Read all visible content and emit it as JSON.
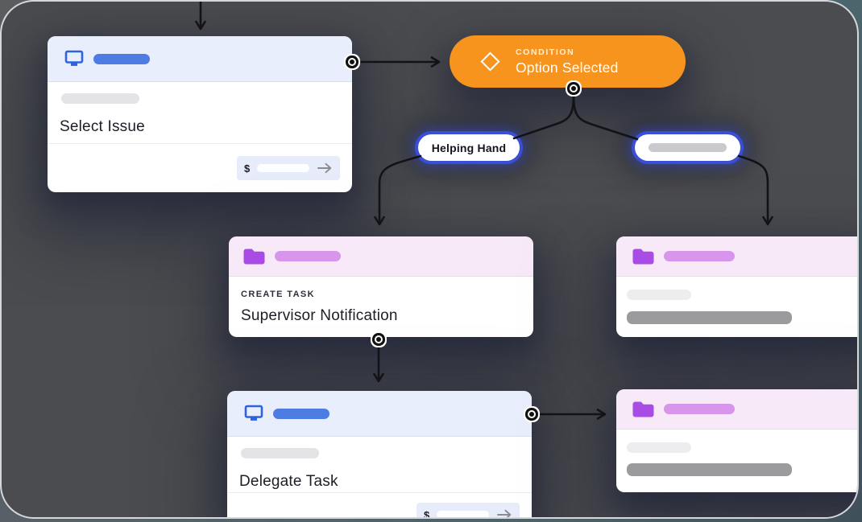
{
  "canvas": {
    "background_color": "#4b4c4f",
    "frame_border_color": "#d6d6db"
  },
  "colors": {
    "accent_blue": "#4d7ce3",
    "accent_purple": "#a94be5",
    "condition_orange": "#f7941e",
    "branch_ring_blue": "#3a4ed6"
  },
  "icons": {
    "monitor": "monitor-icon",
    "folder": "folder-icon",
    "diamond": "diamond-icon",
    "submit_arrow": "arrow-right-icon",
    "port": "connector-port"
  },
  "nodes": {
    "select_issue": {
      "title": "Select Issue",
      "currency_symbol": "$"
    },
    "condition": {
      "badge": "CONDITION",
      "title": "Option Selected"
    },
    "branch_left": {
      "label": "Helping Hand"
    },
    "branch_right": {
      "label": ""
    },
    "create_task": {
      "badge": "CREATE TASK",
      "title": "Supervisor Notification"
    },
    "delegate_task": {
      "title": "Delegate Task",
      "currency_symbol": "$"
    }
  },
  "edges": [
    {
      "from": "start",
      "to": "select_issue"
    },
    {
      "from": "select_issue",
      "to": "condition"
    },
    {
      "from": "condition",
      "to": "branch_left"
    },
    {
      "from": "condition",
      "to": "branch_right"
    },
    {
      "from": "branch_left",
      "to": "create_task"
    },
    {
      "from": "branch_right",
      "to": "task_right_top"
    },
    {
      "from": "create_task",
      "to": "delegate_task"
    },
    {
      "from": "delegate_task",
      "to": "task_right_bottom"
    }
  ]
}
